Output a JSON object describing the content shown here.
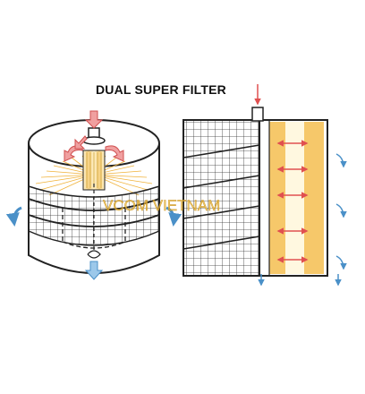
{
  "title": "DUAL SUPER FILTER",
  "watermark": "VCOM VIETNAM",
  "colors": {
    "outline": "#222222",
    "red_arrow": "#e05050",
    "blue_arrow": "#4a90c8",
    "pleat_yellow": "#f0b23a",
    "pleat_light": "#fff2cc",
    "watermark": "#e8b83a"
  },
  "icons": {
    "inflow": "down-arrow-red",
    "outflow": "curved-arrow-blue",
    "radial": "double-headed-arrow-red"
  }
}
